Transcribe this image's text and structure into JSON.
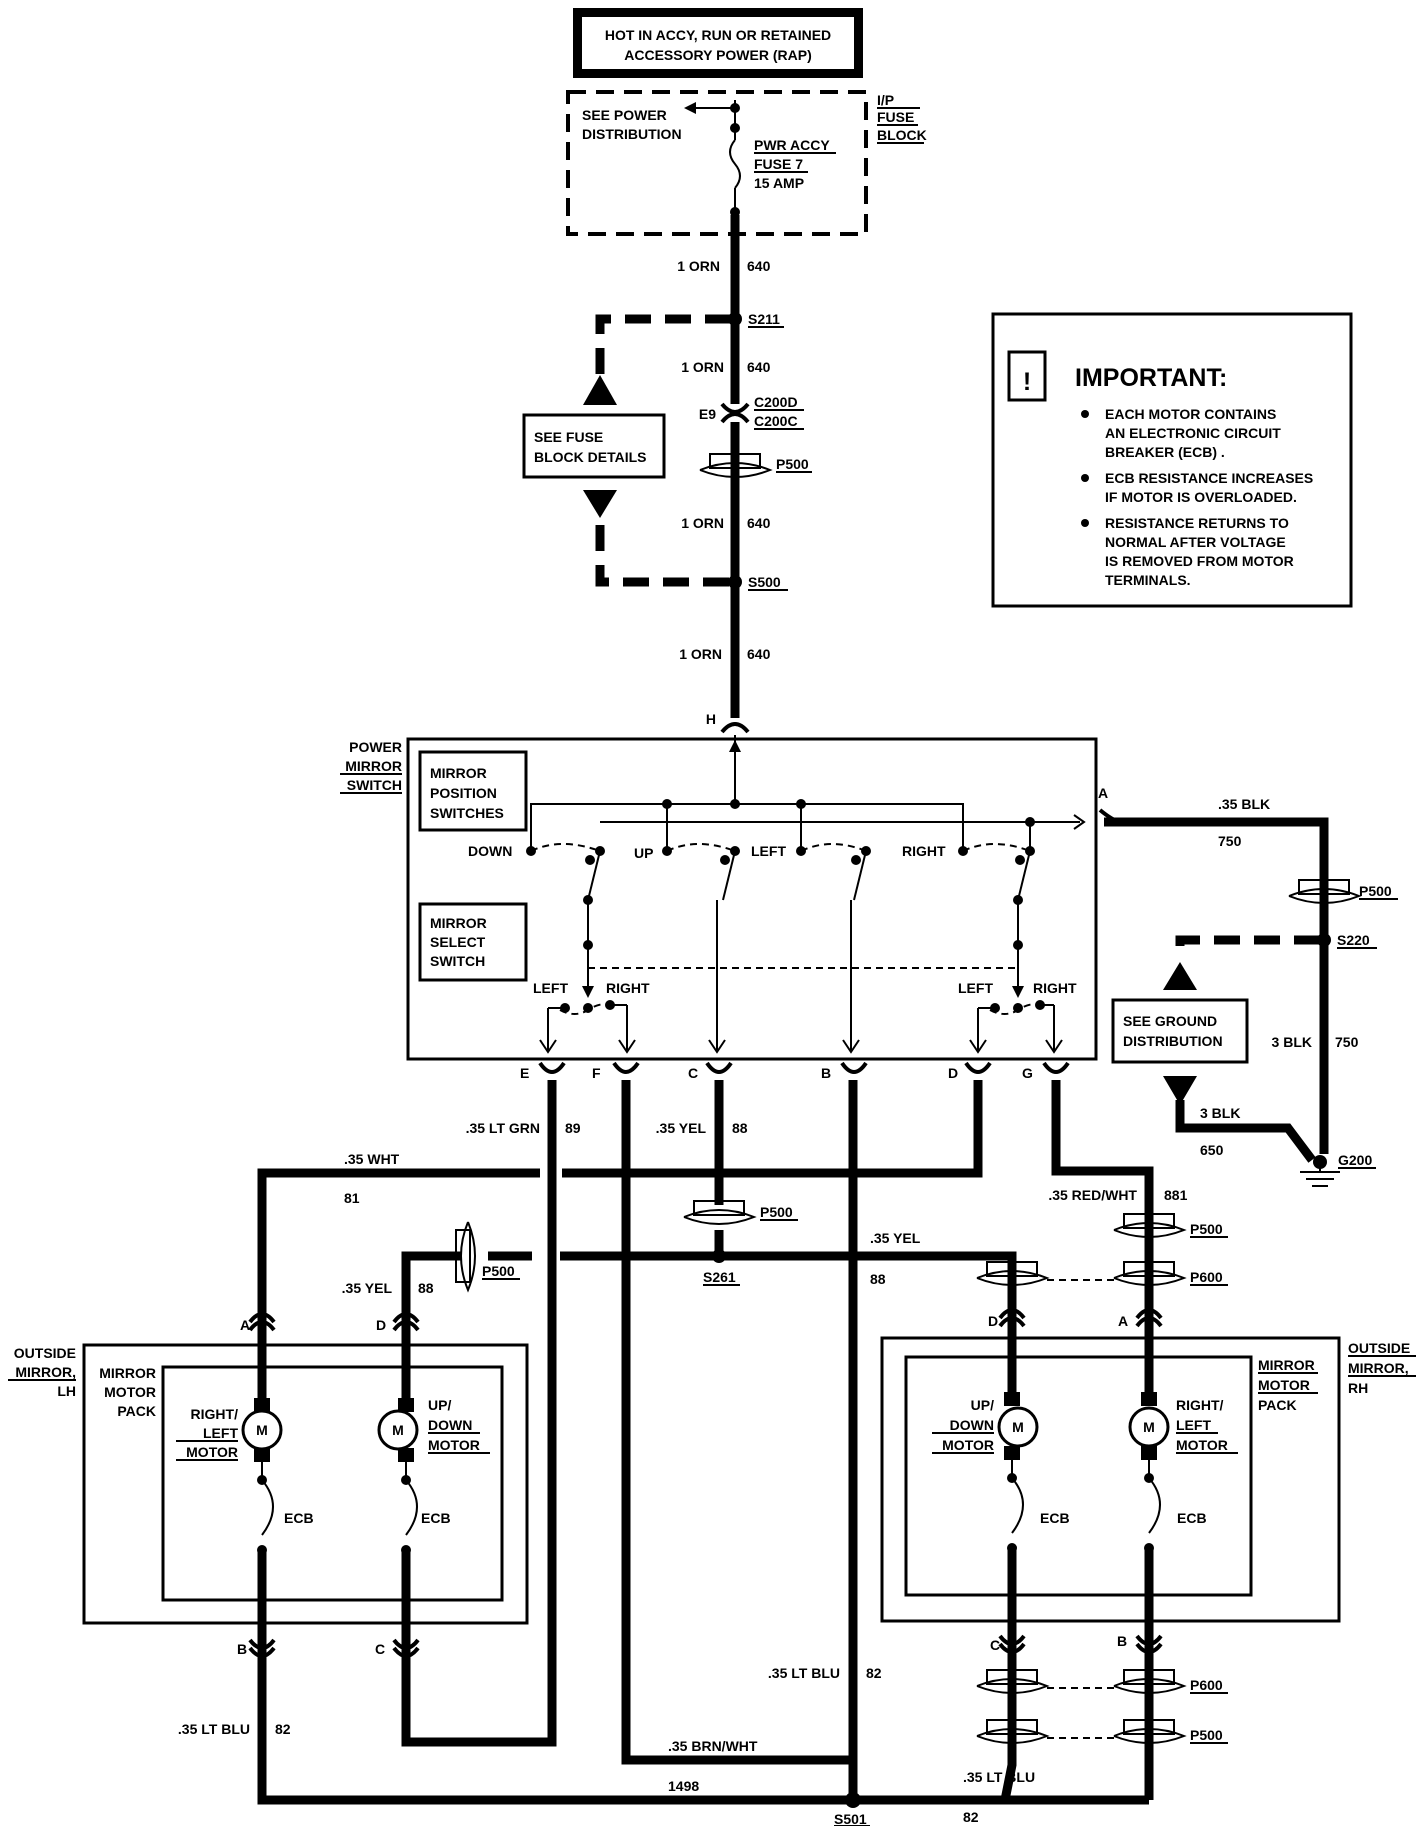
{
  "header": {
    "line1": "HOT IN ACCY, RUN OR RETAINED",
    "line2": "ACCESSORY POWER (RAP)"
  },
  "fuse_block": {
    "label": [
      "I/P",
      "FUSE",
      "BLOCK"
    ],
    "see_power": [
      "SEE POWER",
      "DISTRIBUTION"
    ],
    "fuse": [
      "PWR ACCY",
      "FUSE 7",
      "15 AMP"
    ]
  },
  "important": {
    "title": "IMPORTANT:",
    "icon": "warning-icon",
    "bullets": [
      [
        "EACH MOTOR CONTAINS",
        "AN ELECTRONIC CIRCUIT",
        "BREAKER (ECB) ."
      ],
      [
        "ECB RESISTANCE INCREASES",
        "IF MOTOR IS OVERLOADED."
      ],
      [
        "RESISTANCE RETURNS TO",
        "NORMAL AFTER VOLTAGE",
        "IS REMOVED FROM MOTOR",
        "TERMINALS."
      ]
    ]
  },
  "see_fuse_block": [
    "SEE FUSE",
    "BLOCK DETAILS"
  ],
  "see_ground": [
    "SEE GROUND",
    "DISTRIBUTION"
  ],
  "switch": {
    "label": [
      "POWER",
      "MIRROR",
      "SWITCH"
    ],
    "position_box": [
      "MIRROR",
      "POSITION",
      "SWITCHES"
    ],
    "select_box": [
      "MIRROR",
      "SELECT",
      "SWITCH"
    ],
    "positions": [
      "DOWN",
      "UP",
      "LEFT",
      "RIGHT"
    ],
    "select_positions": [
      "LEFT",
      "RIGHT",
      "LEFT",
      "RIGHT"
    ],
    "pins": [
      "H",
      "A",
      "E",
      "F",
      "C",
      "B",
      "D",
      "G"
    ]
  },
  "wires": {
    "orn_gauge": "1 ORN",
    "orn_circuit": "640",
    "blk_35": ".35 BLK",
    "blk_750": "750",
    "blk_3": "3 BLK",
    "blk_650": "650",
    "ltgrn": ".35 LT GRN",
    "ltgrn_circuit": "89",
    "yel": ".35 YEL",
    "yel_circuit": "88",
    "wht": ".35 WHT",
    "wht_circuit": "81",
    "redwht": ".35 RED/WHT",
    "redwht_circuit": "881",
    "ltblu": ".35 LT BLU",
    "ltblu_circuit": "82",
    "brnwht": ".35 BRN/WHT",
    "brnwht_circuit": "1498"
  },
  "connectors": {
    "s211": "S211",
    "c200d": "C200D",
    "c200c": "C200C",
    "e9": "E9",
    "p500": "P500",
    "p600": "P600",
    "s500": "S500",
    "s220": "S220",
    "g200": "G200",
    "s261": "S261",
    "s501": "S501"
  },
  "lh": {
    "label": [
      "OUTSIDE",
      "MIRROR,",
      "LH"
    ],
    "pack": [
      "MIRROR",
      "MOTOR",
      "PACK"
    ],
    "motor1": [
      "RIGHT/",
      "LEFT",
      "MOTOR"
    ],
    "motor2": [
      "UP/",
      "DOWN",
      "MOTOR"
    ],
    "pins": [
      "A",
      "D",
      "B",
      "C"
    ]
  },
  "rh": {
    "label": [
      "OUTSIDE",
      "MIRROR,",
      "RH"
    ],
    "pack": [
      "MIRROR",
      "MOTOR",
      "PACK"
    ],
    "motor1": [
      "UP/",
      "DOWN",
      "MOTOR"
    ],
    "motor2": [
      "RIGHT/",
      "LEFT",
      "MOTOR"
    ],
    "pins": [
      "D",
      "A",
      "C",
      "B"
    ]
  },
  "motor_symbol": "M",
  "ecb": "ECB"
}
